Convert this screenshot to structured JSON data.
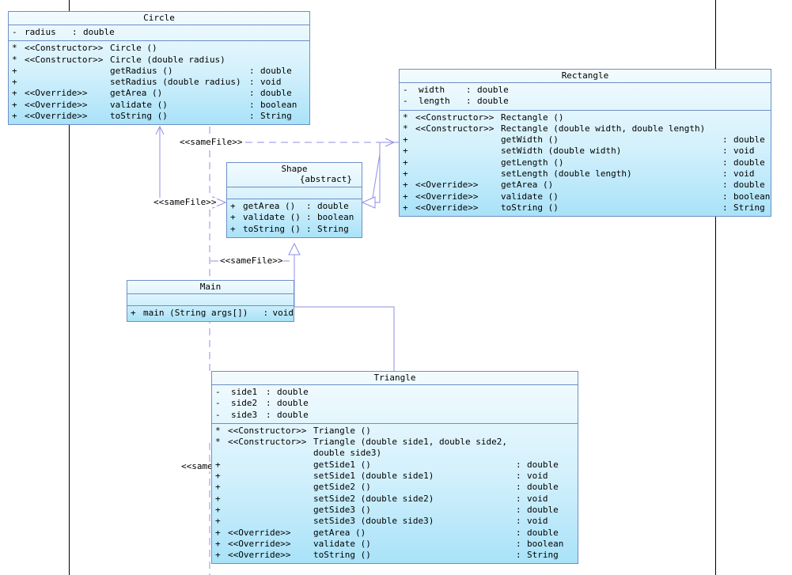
{
  "diagram": {
    "circle": {
      "name": "Circle",
      "fields": [
        {
          "vis": "-",
          "name": "radius",
          "type": "double"
        }
      ],
      "methods": [
        {
          "vis": "*",
          "stereo": "<<Constructor>>",
          "name": "Circle ()",
          "type": ""
        },
        {
          "vis": "*",
          "stereo": "<<Constructor>>",
          "name": "Circle (double radius)",
          "type": ""
        },
        {
          "vis": "+",
          "stereo": "",
          "name": "getRadius ()",
          "type": "double"
        },
        {
          "vis": "+",
          "stereo": "",
          "name": "setRadius (double radius)",
          "type": "void"
        },
        {
          "vis": "+",
          "stereo": "<<Override>>",
          "name": "getArea ()",
          "type": "double"
        },
        {
          "vis": "+",
          "stereo": "<<Override>>",
          "name": "validate ()",
          "type": "boolean"
        },
        {
          "vis": "+",
          "stereo": "<<Override>>",
          "name": "toString ()",
          "type": "String"
        }
      ]
    },
    "rectangle": {
      "name": "Rectangle",
      "fields": [
        {
          "vis": "-",
          "name": "width",
          "type": "double"
        },
        {
          "vis": "-",
          "name": "length",
          "type": "double"
        }
      ],
      "methods": [
        {
          "vis": "*",
          "stereo": "<<Constructor>>",
          "name": "Rectangle ()",
          "type": ""
        },
        {
          "vis": "*",
          "stereo": "<<Constructor>>",
          "name": "Rectangle (double width, double length)",
          "type": ""
        },
        {
          "vis": "+",
          "stereo": "",
          "name": "getWidth ()",
          "type": "double"
        },
        {
          "vis": "+",
          "stereo": "",
          "name": "setWidth (double width)",
          "type": "void"
        },
        {
          "vis": "+",
          "stereo": "",
          "name": "getLength ()",
          "type": "double"
        },
        {
          "vis": "+",
          "stereo": "",
          "name": "setLength (double length)",
          "type": "void"
        },
        {
          "vis": "+",
          "stereo": "<<Override>>",
          "name": "getArea ()",
          "type": "double"
        },
        {
          "vis": "+",
          "stereo": "<<Override>>",
          "name": "validate ()",
          "type": "boolean"
        },
        {
          "vis": "+",
          "stereo": "<<Override>>",
          "name": "toString ()",
          "type": "String"
        }
      ]
    },
    "shape": {
      "name": "Shape",
      "modifier": "{abstract}",
      "fields": [],
      "methods": [
        {
          "vis": "+",
          "name": "getArea ()",
          "type": "double"
        },
        {
          "vis": "+",
          "name": "validate ()",
          "type": "boolean"
        },
        {
          "vis": "+",
          "name": "toString ()",
          "type": "String"
        }
      ]
    },
    "main": {
      "name": "Main",
      "fields": [],
      "methods": [
        {
          "vis": "+",
          "name": "main (String args[])",
          "type": "void"
        }
      ]
    },
    "triangle": {
      "name": "Triangle",
      "fields": [
        {
          "vis": "-",
          "name": "side1",
          "type": "double"
        },
        {
          "vis": "-",
          "name": "side2",
          "type": "double"
        },
        {
          "vis": "-",
          "name": "side3",
          "type": "double"
        }
      ],
      "methods": [
        {
          "vis": "*",
          "stereo": "<<Constructor>>",
          "name": "Triangle ()",
          "type": ""
        },
        {
          "vis": "*",
          "stereo": "<<Constructor>>",
          "name": "Triangle (double side1, double side2,",
          "type": ""
        },
        {
          "vis": "",
          "stereo": "",
          "name": " double side3)",
          "type": ""
        },
        {
          "vis": "+",
          "stereo": "",
          "name": "getSide1 ()",
          "type": "double"
        },
        {
          "vis": "+",
          "stereo": "",
          "name": "setSide1 (double side1)",
          "type": "void"
        },
        {
          "vis": "+",
          "stereo": "",
          "name": "getSide2 ()",
          "type": "double"
        },
        {
          "vis": "+",
          "stereo": "",
          "name": "setSide2 (double side2)",
          "type": "void"
        },
        {
          "vis": "+",
          "stereo": "",
          "name": "getSide3 ()",
          "type": "double"
        },
        {
          "vis": "+",
          "stereo": "",
          "name": "setSide3 (double side3)",
          "type": "void"
        },
        {
          "vis": "+",
          "stereo": "<<Override>>",
          "name": "getArea ()",
          "type": "double"
        },
        {
          "vis": "+",
          "stereo": "<<Override>>",
          "name": "validate ()",
          "type": "boolean"
        },
        {
          "vis": "+",
          "stereo": "<<Override>>",
          "name": "toString ()",
          "type": "String"
        }
      ]
    },
    "labels": {
      "samefile_top": "<<sameFile>>",
      "samefile_left": "<<sameFile>>",
      "samefile_mid": "<<sameFile>>",
      "samefile_bottom": "<<same"
    },
    "colors": {
      "class_border": "#6d8fc6",
      "class_fill_top": "#f3fbfe",
      "class_fill_bottom": "#a9e2f8",
      "connector": "#8f8fe6"
    }
  }
}
